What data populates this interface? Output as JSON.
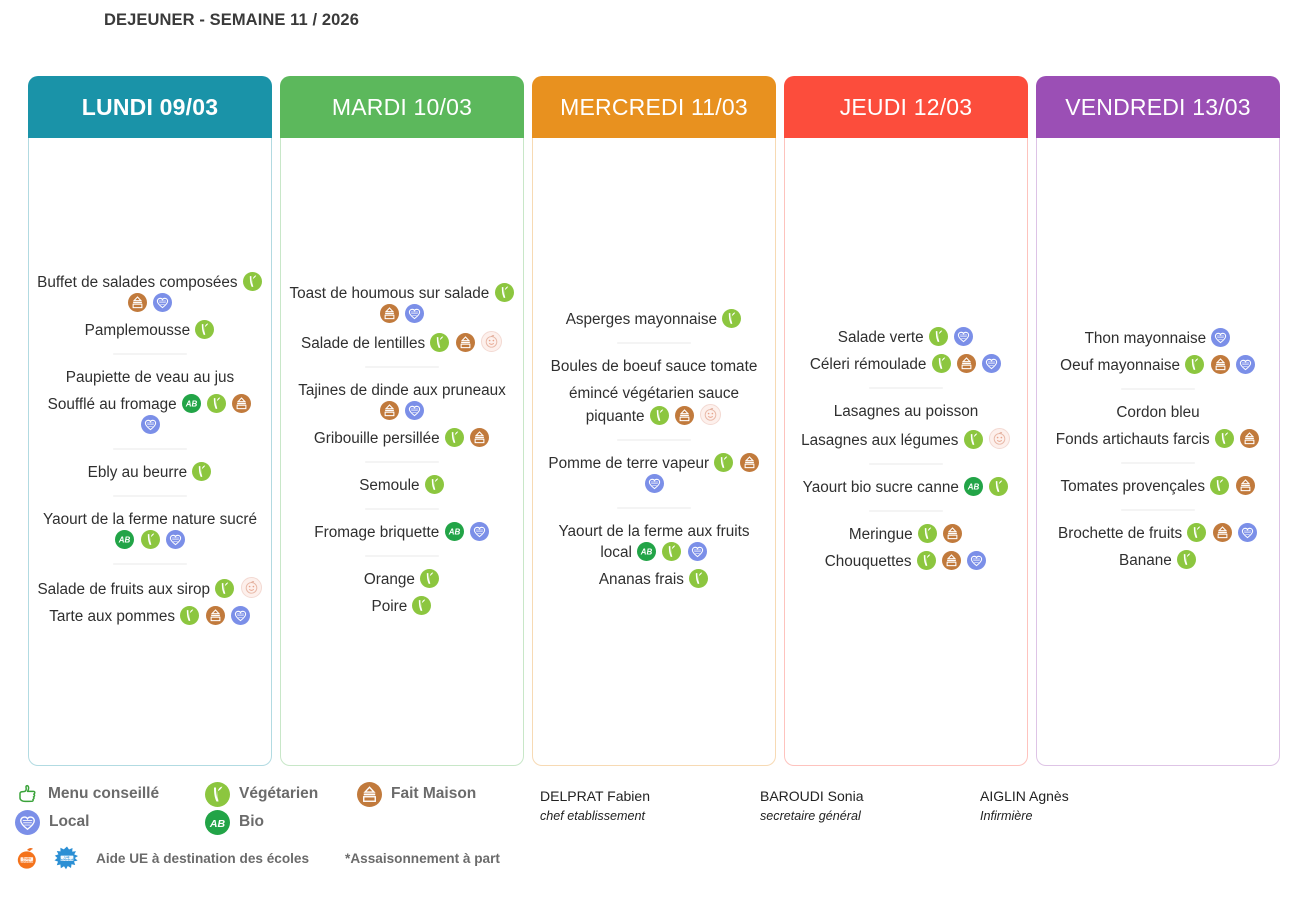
{
  "title": "DEJEUNER - SEMAINE 11 / 2026",
  "legend": {
    "items": [
      {
        "icon": "thumbs-up-icon",
        "label": "Menu conseillé",
        "color": "#3aa33a"
      },
      {
        "icon": "vegetarian-icon",
        "label": "Végétarien",
        "color": "#8cc63f"
      },
      {
        "icon": "homemade-icon",
        "label": "Fait Maison",
        "color": "#c17a3c"
      },
      {
        "icon": "local-icon",
        "label": "Local",
        "color": "#7b8fe8"
      },
      {
        "icon": "bio-icon",
        "label": "Bio",
        "color": "#22a447"
      }
    ],
    "ue_text": "Aide UE à destination des écoles",
    "seasoning_note": "*Assaisonnement à part",
    "ue_logos": [
      "fruit-eu-logo",
      "milk-eu-logo"
    ]
  },
  "signatures": [
    {
      "name": "DELPRAT Fabien",
      "role": "chef etablissement"
    },
    {
      "name": "BAROUDI Sonia",
      "role": "secretaire général"
    },
    {
      "name": "AIGLIN Agnès",
      "role": "Infirmière"
    }
  ],
  "days": [
    {
      "header": "LUNDI 09/03",
      "color": "#1a93a8",
      "bold": true,
      "courses": [
        [
          {
            "name": "Buffet de salades composées",
            "labels": [
              "vege",
              "maison",
              "local"
            ],
            "wrap": true
          },
          {
            "name": "Pamplemousse",
            "labels": [
              "vege"
            ]
          }
        ],
        [
          {
            "name": "Paupiette de veau au jus",
            "labels": []
          },
          {
            "name": "Soufflé au fromage",
            "labels": [
              "bio",
              "vege",
              "maison",
              "local"
            ],
            "wrap": true
          }
        ],
        [
          {
            "name": "Ebly au beurre",
            "labels": [
              "vege"
            ]
          }
        ],
        [
          {
            "name": "Yaourt de la ferme nature sucré",
            "labels": [
              "bio",
              "vege",
              "local"
            ],
            "wrap": true
          }
        ],
        [
          {
            "name": "Salade de fruits aux sirop",
            "labels": [
              "vege",
              "ue"
            ],
            "wrap": true
          },
          {
            "name": "Tarte aux pommes",
            "labels": [
              "vege",
              "maison",
              "local"
            ]
          }
        ]
      ]
    },
    {
      "header": "MARDI 10/03",
      "color": "#5cb85c",
      "bold": false,
      "courses": [
        [
          {
            "name": "Toast de houmous sur salade",
            "labels": [
              "vege",
              "maison",
              "local"
            ],
            "wrap": true
          },
          {
            "name": "Salade de lentilles",
            "labels": [
              "vege",
              "maison",
              "ue"
            ]
          }
        ],
        [
          {
            "name": "Tajines de dinde aux pruneaux",
            "labels": [
              "maison",
              "local"
            ],
            "wrap": true
          },
          {
            "name": "Gribouille persillée",
            "labels": [
              "vege",
              "maison"
            ]
          }
        ],
        [
          {
            "name": "Semoule",
            "labels": [
              "vege"
            ]
          }
        ],
        [
          {
            "name": "Fromage briquette",
            "labels": [
              "bio",
              "local"
            ]
          }
        ],
        [
          {
            "name": "Orange",
            "labels": [
              "vege"
            ]
          },
          {
            "name": "Poire",
            "labels": [
              "vege"
            ]
          }
        ]
      ]
    },
    {
      "header": "MERCREDI 11/03",
      "color": "#e8911f",
      "bold": false,
      "courses": [
        [
          {
            "name": "Asperges mayonnaise",
            "labels": [
              "vege"
            ]
          }
        ],
        [
          {
            "name": "Boules de boeuf sauce tomate",
            "labels": []
          },
          {
            "name": "émincé végétarien sauce piquante",
            "labels": [
              "vege",
              "maison",
              "ue"
            ],
            "wrap": true
          }
        ],
        [
          {
            "name": "Pomme de terre vapeur",
            "labels": [
              "vege",
              "maison",
              "local"
            ],
            "wrap": true
          }
        ],
        [
          {
            "name": "Yaourt de la ferme aux fruits local",
            "labels": [
              "bio",
              "vege",
              "local"
            ],
            "wrap": true
          },
          {
            "name": "Ananas frais",
            "labels": [
              "vege"
            ]
          }
        ]
      ]
    },
    {
      "header": "JEUDI 12/03",
      "color": "#fc4d3c",
      "bold": false,
      "courses": [
        [
          {
            "name": "Salade verte",
            "labels": [
              "vege",
              "local"
            ]
          },
          {
            "name": "Céleri rémoulade",
            "labels": [
              "vege",
              "maison",
              "local"
            ]
          }
        ],
        [
          {
            "name": "Lasagnes au poisson",
            "labels": []
          },
          {
            "name": "Lasagnes aux légumes",
            "labels": [
              "vege",
              "ue"
            ]
          }
        ],
        [
          {
            "name": "Yaourt bio sucre canne",
            "labels": [
              "bio",
              "vege"
            ],
            "wrap": true
          }
        ],
        [
          {
            "name": "Meringue",
            "labels": [
              "vege",
              "maison"
            ]
          },
          {
            "name": "Chouquettes",
            "labels": [
              "vege",
              "maison",
              "local"
            ]
          }
        ]
      ]
    },
    {
      "header": "VENDREDI 13/03",
      "color": "#9b4fb5",
      "bold": false,
      "courses": [
        [
          {
            "name": "Thon mayonnaise",
            "labels": [
              "local"
            ]
          },
          {
            "name": "Oeuf mayonnaise",
            "labels": [
              "vege",
              "maison",
              "local"
            ]
          }
        ],
        [
          {
            "name": "Cordon bleu",
            "labels": []
          },
          {
            "name": "Fonds artichauts farcis",
            "labels": [
              "vege",
              "maison"
            ]
          }
        ],
        [
          {
            "name": "Tomates provençales",
            "labels": [
              "vege",
              "maison"
            ]
          }
        ],
        [
          {
            "name": "Brochette de fruits",
            "labels": [
              "vege",
              "maison",
              "local"
            ]
          },
          {
            "name": "Banane",
            "labels": [
              "vege"
            ]
          }
        ]
      ]
    }
  ]
}
